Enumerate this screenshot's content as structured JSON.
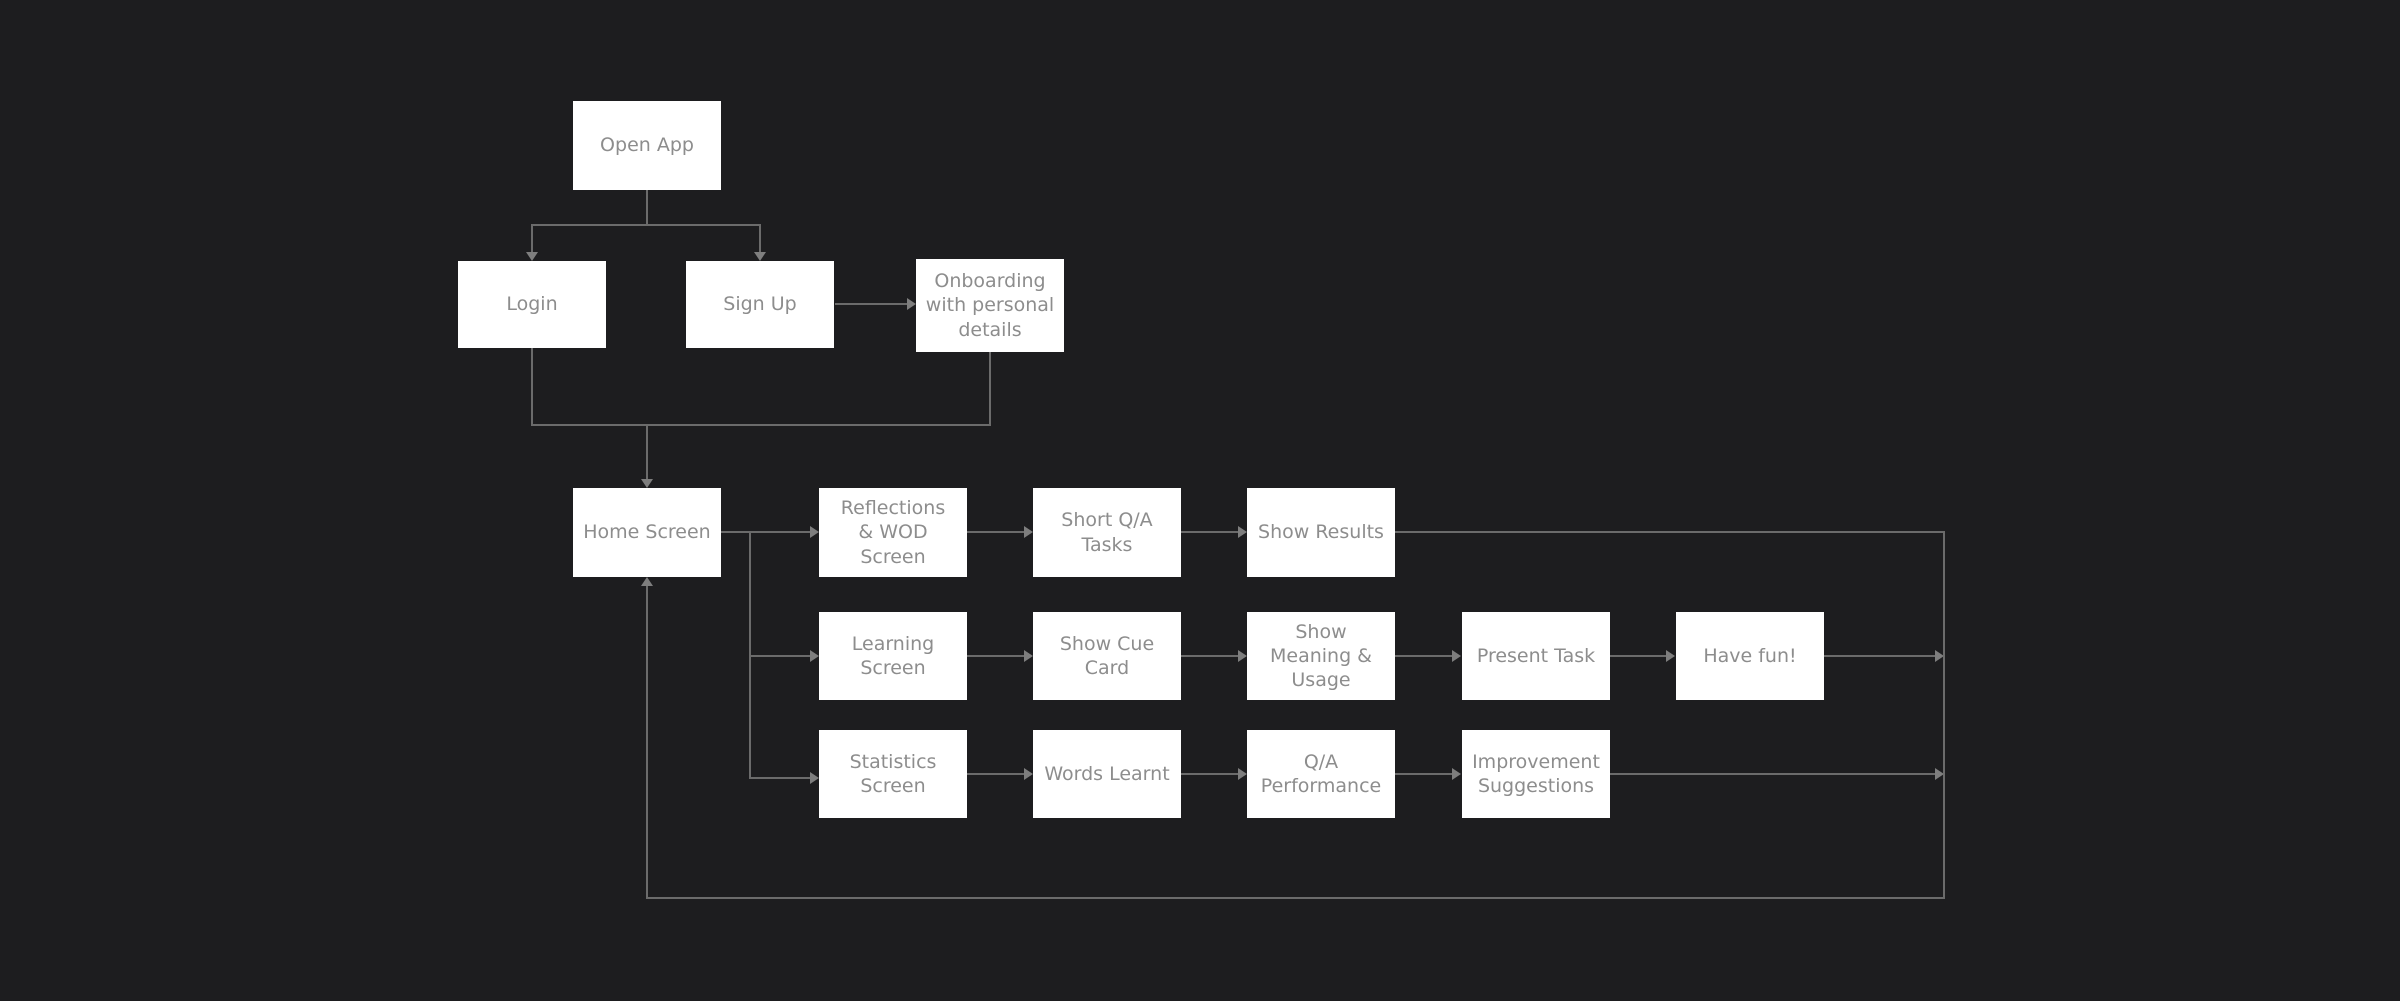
{
  "canvas": {
    "background_color": "#1d1d1f",
    "node_fill_color": "#ffffff",
    "node_text_color": "#8d8d8d",
    "connector_color": "#6b6b6b",
    "arrowhead_color": "#7e7e7e"
  },
  "diagram": {
    "nodes": [
      {
        "id": "open-app",
        "label": "Open App"
      },
      {
        "id": "login",
        "label": "Login"
      },
      {
        "id": "sign-up",
        "label": "Sign Up"
      },
      {
        "id": "onboarding",
        "label": "Onboarding\nwith personal\ndetails"
      },
      {
        "id": "home-screen",
        "label": "Home Screen"
      },
      {
        "id": "reflections-wod-screen",
        "label": "Reflections\n& WOD Screen"
      },
      {
        "id": "short-qa-tasks",
        "label": "Short Q/A\nTasks"
      },
      {
        "id": "show-results",
        "label": "Show Results"
      },
      {
        "id": "learning-screen",
        "label": "Learning\nScreen"
      },
      {
        "id": "show-cue-card",
        "label": "Show Cue\nCard"
      },
      {
        "id": "show-meaning-usage",
        "label": "Show\nMeaning &\nUsage"
      },
      {
        "id": "present-task",
        "label": "Present Task"
      },
      {
        "id": "have-fun",
        "label": "Have fun!"
      },
      {
        "id": "statistics-screen",
        "label": "Statistics\nScreen"
      },
      {
        "id": "words-learnt",
        "label": "Words Learnt"
      },
      {
        "id": "qa-performance",
        "label": "Q/A\nPerformance"
      },
      {
        "id": "improvement-suggestions",
        "label": "Improvement\nSuggestions"
      }
    ],
    "edges": [
      {
        "from": "open-app",
        "to": "login"
      },
      {
        "from": "open-app",
        "to": "sign-up"
      },
      {
        "from": "sign-up",
        "to": "onboarding"
      },
      {
        "from": "login",
        "to": "home-screen"
      },
      {
        "from": "onboarding",
        "to": "home-screen"
      },
      {
        "from": "home-screen",
        "to": "reflections-wod-screen"
      },
      {
        "from": "reflections-wod-screen",
        "to": "short-qa-tasks"
      },
      {
        "from": "short-qa-tasks",
        "to": "show-results"
      },
      {
        "from": "show-results",
        "to": "home-screen"
      },
      {
        "from": "home-screen",
        "to": "learning-screen"
      },
      {
        "from": "learning-screen",
        "to": "show-cue-card"
      },
      {
        "from": "show-cue-card",
        "to": "show-meaning-usage"
      },
      {
        "from": "show-meaning-usage",
        "to": "present-task"
      },
      {
        "from": "present-task",
        "to": "have-fun"
      },
      {
        "from": "have-fun",
        "to": "home-screen"
      },
      {
        "from": "home-screen",
        "to": "statistics-screen"
      },
      {
        "from": "statistics-screen",
        "to": "words-learnt"
      },
      {
        "from": "words-learnt",
        "to": "qa-performance"
      },
      {
        "from": "qa-performance",
        "to": "improvement-suggestions"
      },
      {
        "from": "improvement-suggestions",
        "to": "home-screen"
      }
    ]
  }
}
